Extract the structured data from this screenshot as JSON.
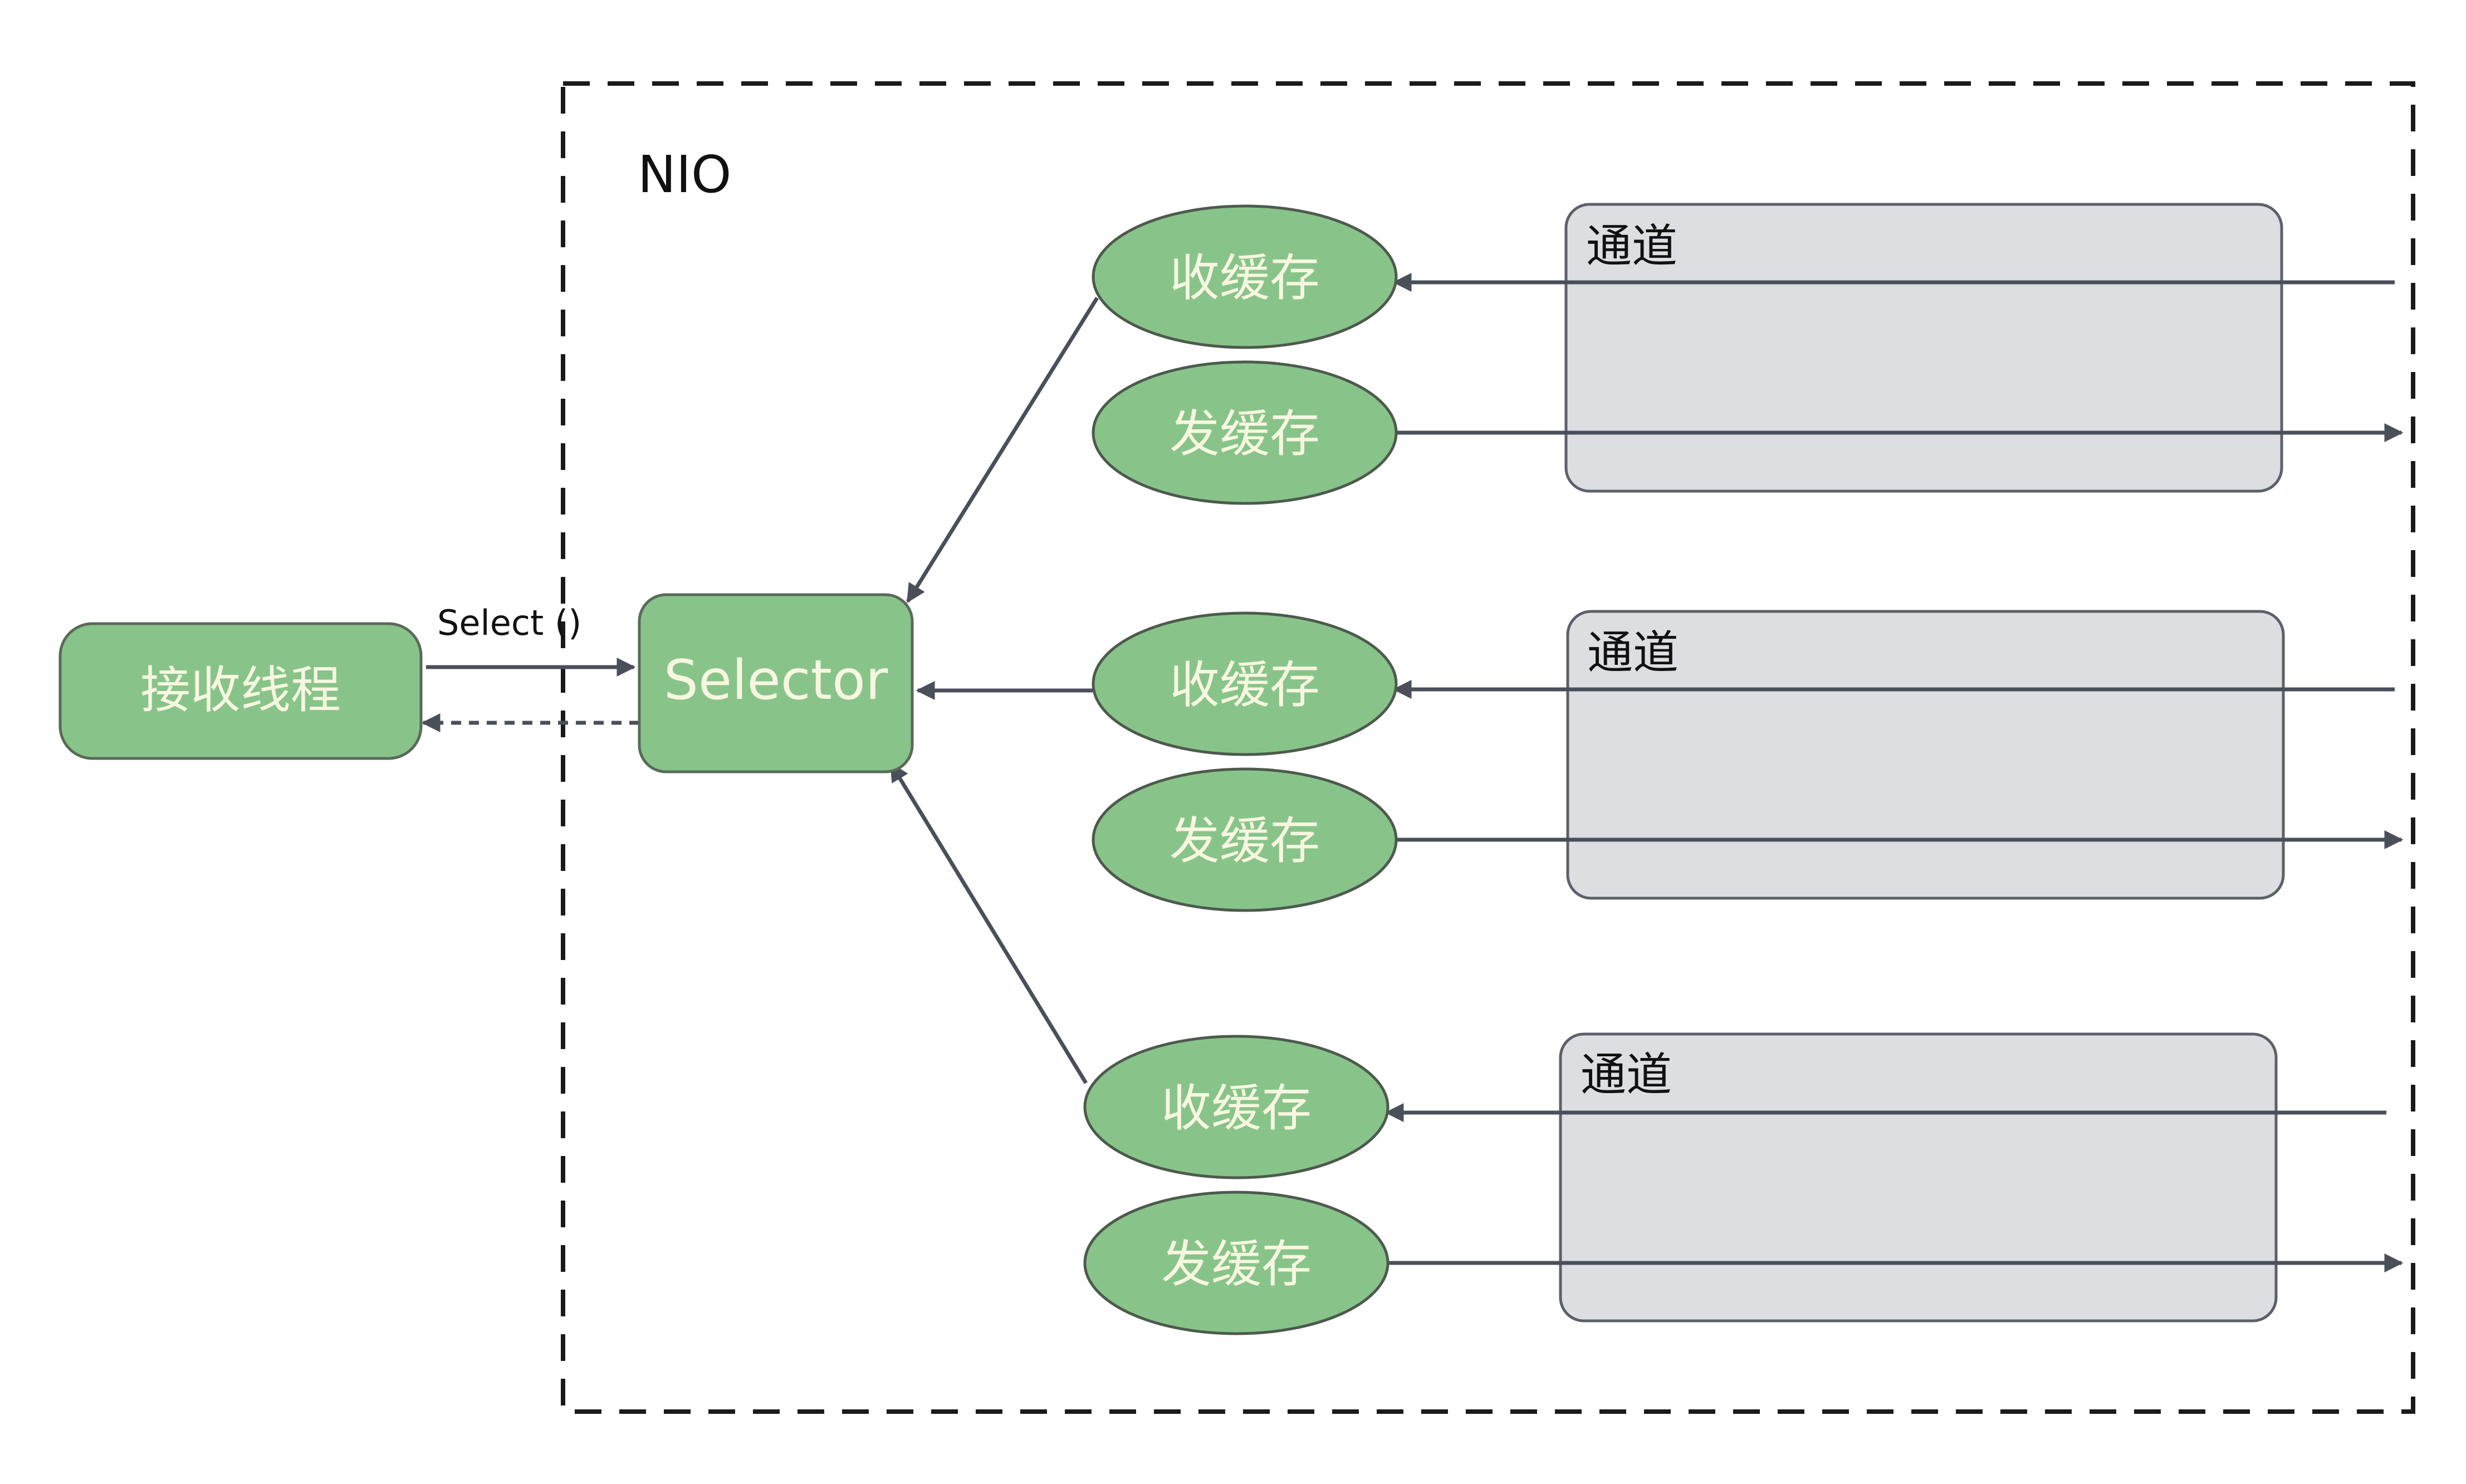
{
  "nio_label": "NIO",
  "receive_thread": {
    "label": "接收线程"
  },
  "selector": {
    "label": "Selector"
  },
  "select_call": {
    "label": "Select ()"
  },
  "channels": [
    {
      "label": "通道",
      "recv_buffer": "收缓存",
      "send_buffer": "发缓存"
    },
    {
      "label": "通道",
      "recv_buffer": "收缓存",
      "send_buffer": "发缓存"
    },
    {
      "label": "通道",
      "recv_buffer": "收缓存",
      "send_buffer": "发缓存"
    }
  ],
  "colors": {
    "node_fill": "#88c48a",
    "node_stroke": "#5a6a5a",
    "node_text": "#f7f7e0",
    "channel_fill": "#dddee2",
    "channel_stroke": "#5d6068",
    "edge": "#4a4f5a",
    "border": "#1a1a1a",
    "text": "#111111"
  }
}
